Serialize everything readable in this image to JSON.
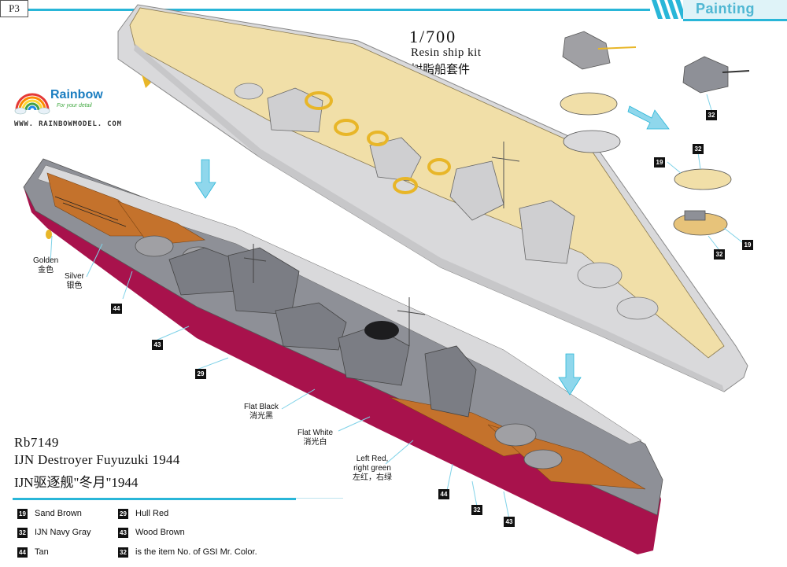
{
  "page_number": "P3",
  "section_title": "Painting",
  "kit": {
    "scale": "1/700",
    "type_en": "Resin ship kit",
    "type_cn": "树脂船套件"
  },
  "brand": {
    "name": "Rainbow",
    "tagline": "For your detail",
    "website": "WWW. RAINBOWMODEL. COM"
  },
  "product": {
    "code": "Rb7149",
    "name_en": "IJN Destroyer Fuyuzuki 1944",
    "name_cn": "IJN驱逐舰\"冬月\"1944"
  },
  "callouts": {
    "golden_en": "Golden",
    "golden_cn": "金色",
    "silver_en": "Silver",
    "silver_cn": "银色",
    "flat_black_en": "Flat Black",
    "flat_black_cn": "消光黑",
    "flat_white_en": "Flat White",
    "flat_white_cn": "消光白",
    "lights_en_1": "Left Red,",
    "lights_en_2": "right green",
    "lights_cn": "左红，右绿"
  },
  "badges": {
    "b44_a": "44",
    "b43_a": "43",
    "b29": "29",
    "b44_b": "44",
    "b32_a": "32",
    "b43_b": "43",
    "p32_turret": "32",
    "p32_boat": "32",
    "p19_boat": "19",
    "p19_launch": "19",
    "p32_launch": "32"
  },
  "legend": [
    {
      "code": "19",
      "label": "Sand Brown"
    },
    {
      "code": "29",
      "label": "Hull Red"
    },
    {
      "code": "32",
      "label": "IJN Navy Gray"
    },
    {
      "code": "43",
      "label": "Wood Brown"
    },
    {
      "code": "44",
      "label": "Tan"
    },
    {
      "code": "32",
      "label": "is the item No. of GSI Mr.  Color."
    }
  ],
  "colors": {
    "accent": "#29b6d8",
    "sand_brown": "#f1dfa8",
    "hull_red": "#a8124c",
    "navy_gray": "#8e9097",
    "light_gray": "#d9d9d9",
    "wood_brown": "#c4722c",
    "tan": "#e7c37a",
    "badge": "#111111"
  }
}
